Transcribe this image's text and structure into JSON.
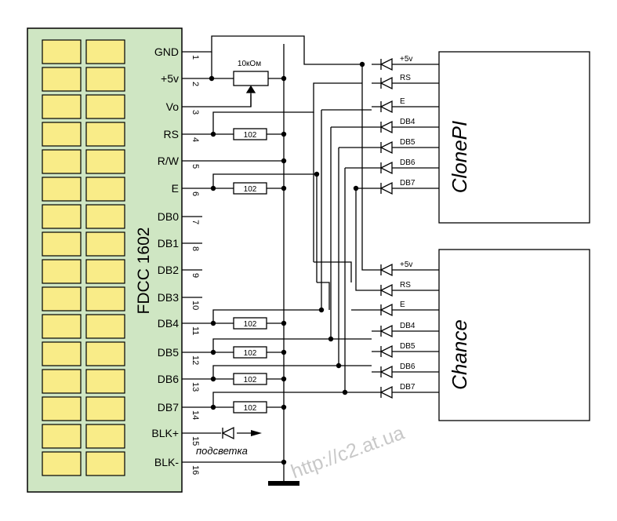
{
  "display": {
    "model": "FDCC 1602",
    "panel_color": "#cfe6c3",
    "cell_color": "#f9ec88"
  },
  "pins": [
    {
      "num": "1",
      "label": "GND"
    },
    {
      "num": "2",
      "label": "+5v"
    },
    {
      "num": "3",
      "label": "Vo"
    },
    {
      "num": "4",
      "label": "RS"
    },
    {
      "num": "5",
      "label": "R/W"
    },
    {
      "num": "6",
      "label": "E"
    },
    {
      "num": "7",
      "label": "DB0"
    },
    {
      "num": "8",
      "label": "DB1"
    },
    {
      "num": "9",
      "label": "DB2"
    },
    {
      "num": "10",
      "label": "DB3"
    },
    {
      "num": "11",
      "label": "DB4"
    },
    {
      "num": "12",
      "label": "DB5"
    },
    {
      "num": "13",
      "label": "DB6"
    },
    {
      "num": "14",
      "label": "DB7"
    },
    {
      "num": "15",
      "label": "BLK+"
    },
    {
      "num": "16",
      "label": "BLK-"
    }
  ],
  "potentiometer": {
    "label": "10кОм"
  },
  "resistor_label": "102",
  "backlight_label": "подсветка",
  "programmers": [
    {
      "name": "ClonePI",
      "lines": [
        "+5v",
        "RS",
        "E",
        "DB4",
        "DB5",
        "DB6",
        "DB7"
      ]
    },
    {
      "name": "Chance",
      "lines": [
        "+5v",
        "RS",
        "E",
        "DB4",
        "DB5",
        "DB6",
        "DB7"
      ]
    }
  ],
  "watermark": "http://c2.at.ua"
}
